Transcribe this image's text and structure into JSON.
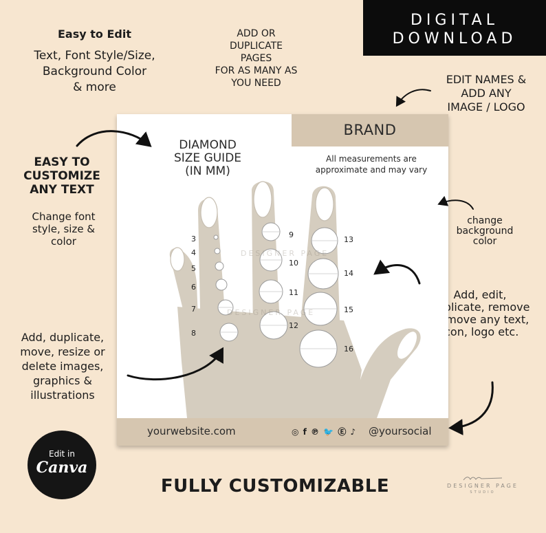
{
  "banner": {
    "line1": "DIGITAL",
    "line2": "DOWNLOAD"
  },
  "features": {
    "easy_edit_title": "Easy to Edit",
    "easy_edit_lines": [
      "Text, Font Style/Size,",
      "Background Color",
      "& more"
    ],
    "add_duplicate": [
      "ADD OR",
      "DUPLICATE",
      "PAGES",
      "FOR AS MANY AS",
      "YOU NEED"
    ],
    "edit_names": [
      "EDIT NAMES &",
      "ADD ANY",
      "IMAGE / LOGO"
    ],
    "easy_customize": [
      "EASY TO",
      "CUSTOMIZE",
      "ANY TEXT"
    ],
    "change_font": [
      "Change font",
      "style, size &",
      "color"
    ],
    "change_background": [
      "change",
      "background",
      "color"
    ],
    "add_edit": [
      "Add, edit,",
      "duplicate, remove",
      "or move any text,",
      "icon, logo etc."
    ],
    "add_duplicate_images": [
      "Add, duplicate,",
      "move, resize or",
      "delete images,",
      "graphics &",
      "illustrations"
    ],
    "fully_customizable": "FULLY CUSTOMIZABLE"
  },
  "canva_badge": {
    "line1": "Edit in",
    "line2": "Canva"
  },
  "watermark": {
    "name": "DESIGNER PAGE",
    "sub": "STUDIO"
  },
  "card": {
    "brand": "BRAND",
    "title": [
      "DIAMOND",
      "SIZE GUIDE",
      "(IN MM)"
    ],
    "measurement_note": [
      "All measurements are",
      "approximate and may vary"
    ],
    "website": "yourwebsite.com",
    "social_icons": "◎ f ℗ 🐦 Ⓔ ♪",
    "social_handle": "@yoursocial",
    "sizes": {
      "pinky": [
        "3",
        "4",
        "5",
        "6",
        "7",
        "8"
      ],
      "ring": [
        "9",
        "10",
        "11",
        "12"
      ],
      "middle": [
        "13",
        "14",
        "15",
        "16"
      ]
    }
  },
  "colors": {
    "background": "#f7e6d0",
    "card_accent": "#d6c6b0",
    "hand": "#d5cdbf",
    "banner": "#0c0c0c"
  }
}
